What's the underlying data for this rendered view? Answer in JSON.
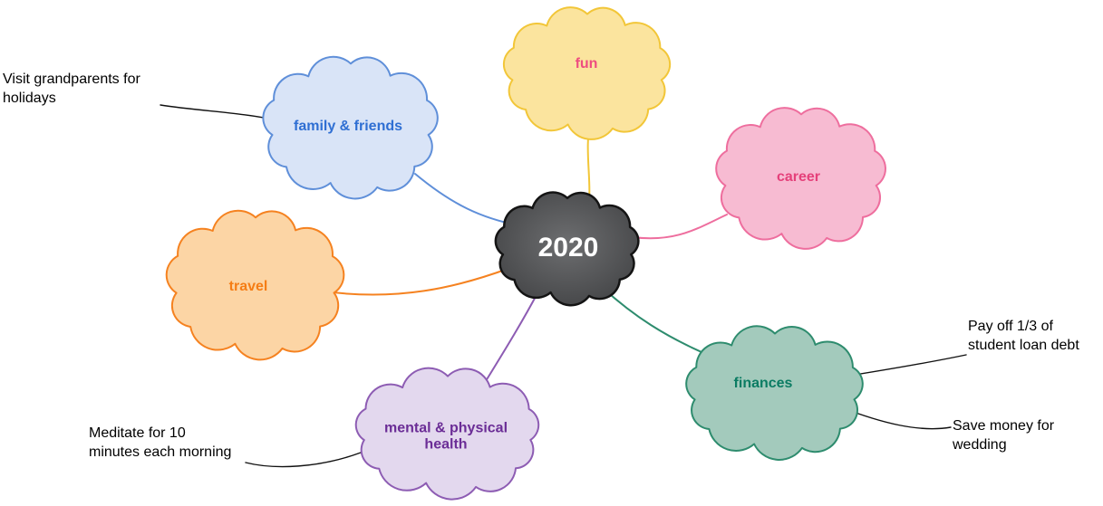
{
  "diagram": {
    "center": {
      "id": "center",
      "label": "2020",
      "text_color": "#ffffff",
      "fill_center": "#6d6e70",
      "fill_edge": "#434446",
      "stroke": "#141414"
    },
    "nodes": [
      {
        "id": "fun",
        "label": "fun",
        "fill": "#fbe49e",
        "stroke": "#f2c638",
        "text_color": "#ee4d80"
      },
      {
        "id": "family",
        "label": "family & friends",
        "fill": "#d9e4f7",
        "stroke": "#5f8fd9",
        "text_color": "#2f6fd3"
      },
      {
        "id": "career",
        "label": "career",
        "fill": "#f7bbd2",
        "stroke": "#ee6e9e",
        "text_color": "#e5407a"
      },
      {
        "id": "travel",
        "label": "travel",
        "fill": "#fcd5a5",
        "stroke": "#f58220",
        "text_color": "#f57d15"
      },
      {
        "id": "mental",
        "label": "mental & physical\nhealth",
        "fill": "#e3d8ee",
        "stroke": "#8d5cb3",
        "text_color": "#6b2d96"
      },
      {
        "id": "finances",
        "label": "finances",
        "fill": "#a3cabc",
        "stroke": "#2e8c6e",
        "text_color": "#0b7c63"
      }
    ],
    "annotations": [
      {
        "id": "grandparents",
        "text": "Visit grandparents for\nholidays"
      },
      {
        "id": "meditate",
        "text": "Meditate for 10\nminutes each morning"
      },
      {
        "id": "payoff",
        "text": "Pay off 1/3 of\nstudent loan debt"
      },
      {
        "id": "wedding",
        "text": "Save money for\nwedding"
      }
    ],
    "annotation_line_color": "#111111"
  }
}
